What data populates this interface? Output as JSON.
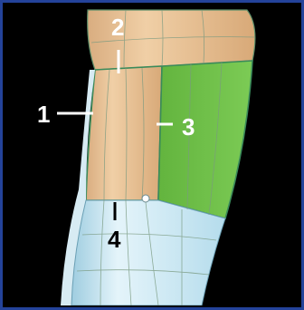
{
  "figure": {
    "callouts": [
      {
        "id": "1",
        "label": "1",
        "color": "#ffffff"
      },
      {
        "id": "2",
        "label": "2",
        "color": "#ffffff"
      },
      {
        "id": "3",
        "label": "3",
        "color": "#ffffff"
      },
      {
        "id": "4",
        "label": "4",
        "color": "#000000"
      }
    ],
    "colors": {
      "background": "#000000",
      "frame": "#24439a",
      "skin_tan": "#e8c49a",
      "region_green": "#6fbf4a",
      "limb_blue": "#c9e6f2",
      "mesh_line": "#3a8a5a"
    }
  }
}
